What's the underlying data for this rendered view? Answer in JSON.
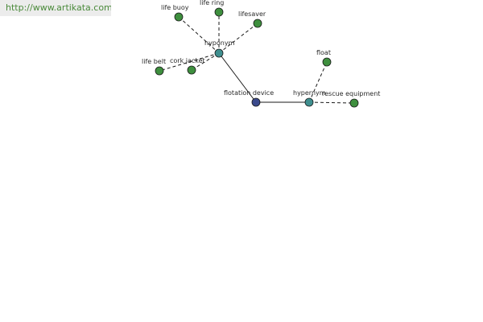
{
  "watermark": {
    "url": "http://www.artikata.com"
  },
  "colors": {
    "root_node": "#3b4a8c",
    "relation_node": "#3f8f8f",
    "leaf_node": "#3e8f3e",
    "url_text": "#4a8a3a"
  },
  "graph": {
    "root": {
      "id": "flotation-device",
      "label": "flotation device",
      "kind": "root"
    },
    "relations": [
      {
        "id": "hyponym",
        "label": "hyponym",
        "kind": "relation"
      },
      {
        "id": "hypernym",
        "label": "hypernym",
        "kind": "relation"
      }
    ],
    "leaves": [
      {
        "id": "life-buoy",
        "label": "life buoy",
        "parent": "hyponym"
      },
      {
        "id": "life-ring",
        "label": "life ring",
        "parent": "hyponym"
      },
      {
        "id": "lifesaver",
        "label": "lifesaver",
        "parent": "hyponym"
      },
      {
        "id": "life-belt",
        "label": "life belt",
        "parent": "hyponym"
      },
      {
        "id": "cork-jacket",
        "label": "cork jacket",
        "parent": "hyponym"
      },
      {
        "id": "float",
        "label": "float",
        "parent": "hypernym"
      },
      {
        "id": "rescue-equipment",
        "label": "rescue equipment",
        "parent": "hypernym"
      }
    ]
  }
}
